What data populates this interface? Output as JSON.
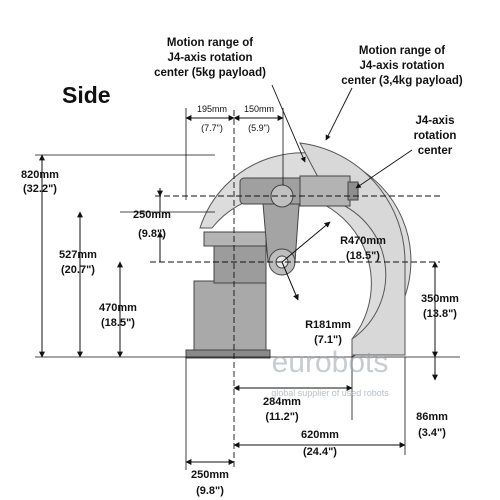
{
  "diagram": {
    "view_label": "Side",
    "callouts": {
      "j4_5kg": [
        "Motion range of",
        "J4-axis rotation",
        "center (5kg payload)"
      ],
      "j4_34kg": [
        "Motion range of",
        "J4-axis rotation",
        "center (3,4kg payload)"
      ],
      "j4_center": [
        "J4-axis",
        "rotation",
        "center"
      ]
    },
    "dimensions": {
      "d195": {
        "mm": "195mm",
        "in": "(7.7\")"
      },
      "d150": {
        "mm": "150mm",
        "in": "(5.9\")"
      },
      "d820": {
        "mm": "820mm",
        "in": "(32.2\")"
      },
      "d250_upper": {
        "mm": "250mm",
        "in": "(9.8\")"
      },
      "d527": {
        "mm": "527mm",
        "in": "(20.7\")"
      },
      "d470_left": {
        "mm": "470mm",
        "in": "(18.5\")"
      },
      "r470": {
        "mm": "R470mm",
        "in": "(18.5\")"
      },
      "d350": {
        "mm": "350mm",
        "in": "(13.8\")"
      },
      "r181": {
        "mm": "R181mm",
        "in": "(7.1\")"
      },
      "d284": {
        "mm": "284mm",
        "in": "(11.2\")"
      },
      "d86": {
        "mm": "86mm",
        "in": "(3.4\")"
      },
      "d620": {
        "mm": "620mm",
        "in": "(24.4\")"
      },
      "d250_bottom": {
        "mm": "250mm",
        "in": "(9.8\")"
      }
    },
    "watermark": {
      "brand": "eurobots",
      "tagline": "global supplier of used robots"
    }
  }
}
